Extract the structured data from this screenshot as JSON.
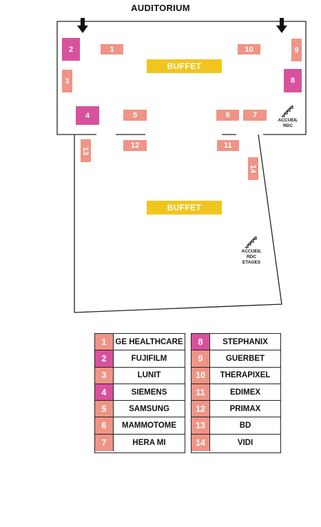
{
  "map": {
    "title": "AUDITORIUM",
    "buffet_labels": [
      "BUFFET",
      "BUFFET"
    ],
    "accueil_top": [
      "ACCUEIL",
      "RDC"
    ],
    "accueil_bottom": [
      "ACCUEIL",
      "RDC",
      "ETAGES"
    ],
    "icons": [
      "arrow-down-icon",
      "stairs-icon"
    ],
    "colors": {
      "stand": "#ef9486",
      "stand_highlight": "#d9519c",
      "buffet": "#f1c51d"
    },
    "stands": [
      {
        "num": "1",
        "color": "pink"
      },
      {
        "num": "2",
        "color": "magenta"
      },
      {
        "num": "3",
        "color": "pink"
      },
      {
        "num": "4",
        "color": "magenta"
      },
      {
        "num": "5",
        "color": "pink"
      },
      {
        "num": "6",
        "color": "pink"
      },
      {
        "num": "7",
        "color": "pink"
      },
      {
        "num": "8",
        "color": "magenta"
      },
      {
        "num": "9",
        "color": "pink"
      },
      {
        "num": "10",
        "color": "pink"
      },
      {
        "num": "11",
        "color": "pink"
      },
      {
        "num": "12",
        "color": "pink"
      },
      {
        "num": "13",
        "color": "pink"
      },
      {
        "num": "14",
        "color": "pink"
      }
    ]
  },
  "legend": {
    "left": [
      {
        "num": "1",
        "name": "GE HEALTHCARE",
        "color": "pink"
      },
      {
        "num": "2",
        "name": "FUJIFILM",
        "color": "magenta"
      },
      {
        "num": "3",
        "name": "LUNIT",
        "color": "pink"
      },
      {
        "num": "4",
        "name": "SIEMENS",
        "color": "magenta"
      },
      {
        "num": "5",
        "name": "SAMSUNG",
        "color": "pink"
      },
      {
        "num": "6",
        "name": "MAMMOTOME",
        "color": "pink"
      },
      {
        "num": "7",
        "name": "HERA MI",
        "color": "pink"
      }
    ],
    "right": [
      {
        "num": "8",
        "name": "STEPHANIX",
        "color": "magenta"
      },
      {
        "num": "9",
        "name": "GUERBET",
        "color": "pink"
      },
      {
        "num": "10",
        "name": "THERAPIXEL",
        "color": "pink"
      },
      {
        "num": "11",
        "name": "EDIMEX",
        "color": "pink"
      },
      {
        "num": "12",
        "name": "PRIMAX",
        "color": "pink"
      },
      {
        "num": "13",
        "name": "BD",
        "color": "pink"
      },
      {
        "num": "14",
        "name": "VIDI",
        "color": "pink"
      }
    ]
  }
}
